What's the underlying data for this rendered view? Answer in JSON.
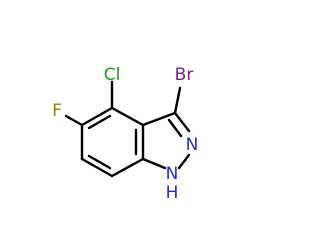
{
  "molecule": {
    "atoms": {
      "chlorine": {
        "symbol": "Cl",
        "color": "#1f9b1f"
      },
      "fluorine": {
        "symbol": "F",
        "color": "#8a8a00"
      },
      "bromine": {
        "symbol": "Br",
        "color": "#7a1f8f"
      },
      "nitrogen_2": {
        "symbol": "N",
        "color": "#2b2bd1"
      },
      "nitrogen_1": {
        "symbol": "N",
        "color": "#2b2bd1"
      },
      "hydrogen_on_n1": {
        "symbol": "H",
        "color": "#2b2bd1"
      }
    },
    "bond_color": "#000000"
  }
}
